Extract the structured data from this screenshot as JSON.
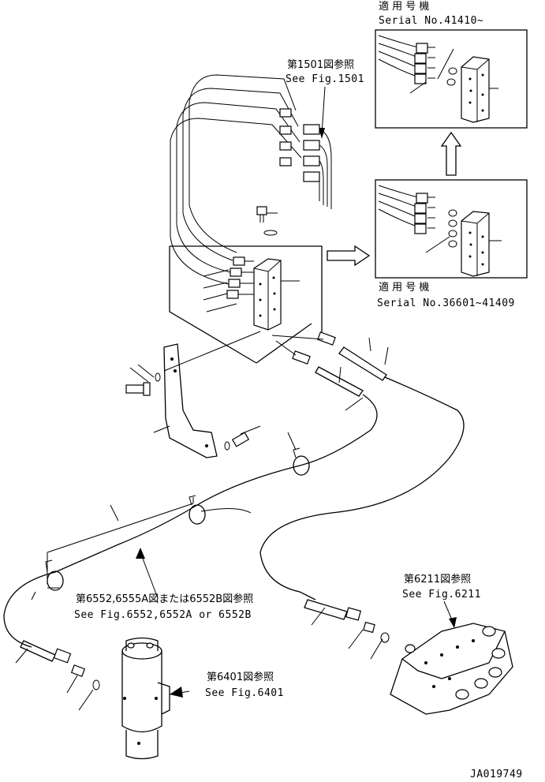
{
  "labels": {
    "serial_top_jp": "適 用 号 機",
    "serial_top": "Serial No.41410~",
    "ref1501_jp": "第1501図参照",
    "ref1501": "See Fig.1501",
    "serial_mid_jp": "適 用 号 機",
    "serial_mid": "Serial No.36601~41409",
    "ref6211_jp": "第6211図参照",
    "ref6211": "See Fig.6211",
    "ref6552_jp": "第6552,6555A図または6552B図参照",
    "ref6552": "See Fig.6552,6552A or 6552B",
    "ref6401_jp": "第6401図参照",
    "ref6401": "See Fig.6401",
    "drawing_id": "JA019749"
  }
}
